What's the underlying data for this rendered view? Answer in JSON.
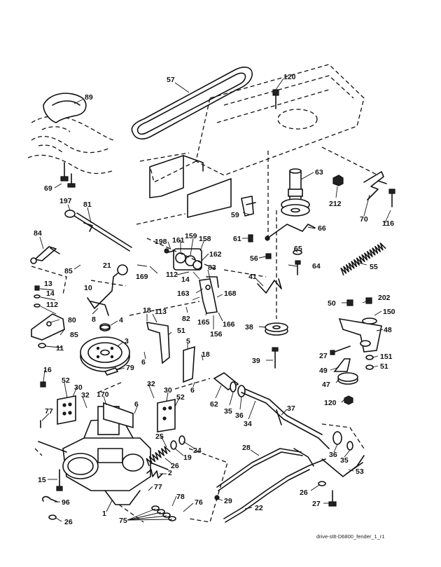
{
  "diagram": {
    "reference_code": "drive-stlt-D6800_fender_1_r1",
    "callouts": [
      {
        "id": "c57",
        "label": "57"
      },
      {
        "id": "c120a",
        "label": "120"
      },
      {
        "id": "c89",
        "label": "89"
      },
      {
        "id": "c63",
        "label": "63"
      },
      {
        "id": "c69",
        "label": "69"
      },
      {
        "id": "c212",
        "label": "212"
      },
      {
        "id": "c70",
        "label": "70"
      },
      {
        "id": "c116",
        "label": "116"
      },
      {
        "id": "c197",
        "label": "197"
      },
      {
        "id": "c81",
        "label": "81"
      },
      {
        "id": "c59",
        "label": "59"
      },
      {
        "id": "c66",
        "label": "66"
      },
      {
        "id": "c61",
        "label": "61"
      },
      {
        "id": "c84",
        "label": "84"
      },
      {
        "id": "c198",
        "label": "198"
      },
      {
        "id": "c161",
        "label": "161"
      },
      {
        "id": "c159",
        "label": "159"
      },
      {
        "id": "c158",
        "label": "158"
      },
      {
        "id": "c162",
        "label": "162"
      },
      {
        "id": "c56",
        "label": "56"
      },
      {
        "id": "c65",
        "label": "65"
      },
      {
        "id": "c85a",
        "label": "85"
      },
      {
        "id": "c21",
        "label": "21"
      },
      {
        "id": "c169",
        "label": "169"
      },
      {
        "id": "c112a",
        "label": "112"
      },
      {
        "id": "c14a",
        "label": "14"
      },
      {
        "id": "c83",
        "label": "83"
      },
      {
        "id": "c64",
        "label": "64"
      },
      {
        "id": "c55",
        "label": "55"
      },
      {
        "id": "c41",
        "label": "41"
      },
      {
        "id": "c13",
        "label": "13"
      },
      {
        "id": "c10",
        "label": "10"
      },
      {
        "id": "c14b",
        "label": "14"
      },
      {
        "id": "c163",
        "label": "163"
      },
      {
        "id": "c168",
        "label": "168"
      },
      {
        "id": "c112b",
        "label": "112"
      },
      {
        "id": "c82",
        "label": "82"
      },
      {
        "id": "c202",
        "label": "202"
      },
      {
        "id": "c50",
        "label": "50"
      },
      {
        "id": "c80",
        "label": "80"
      },
      {
        "id": "c18a",
        "label": "18"
      },
      {
        "id": "c113",
        "label": "113"
      },
      {
        "id": "c165",
        "label": "165"
      },
      {
        "id": "c166",
        "label": "166"
      },
      {
        "id": "c150",
        "label": "150"
      },
      {
        "id": "c8",
        "label": "8"
      },
      {
        "id": "c4",
        "label": "4"
      },
      {
        "id": "c156",
        "label": "156"
      },
      {
        "id": "c38",
        "label": "38"
      },
      {
        "id": "c51a",
        "label": "51"
      },
      {
        "id": "c48",
        "label": "48"
      },
      {
        "id": "c85b",
        "label": "85"
      },
      {
        "id": "c3",
        "label": "3"
      },
      {
        "id": "c5",
        "label": "5"
      },
      {
        "id": "c11",
        "label": "11"
      },
      {
        "id": "c6a",
        "label": "6"
      },
      {
        "id": "c18b",
        "label": "18"
      },
      {
        "id": "c27a",
        "label": "27"
      },
      {
        "id": "c39",
        "label": "39"
      },
      {
        "id": "c151",
        "label": "151"
      },
      {
        "id": "c79",
        "label": "79"
      },
      {
        "id": "c16",
        "label": "16"
      },
      {
        "id": "c6b",
        "label": "6"
      },
      {
        "id": "c49",
        "label": "49"
      },
      {
        "id": "c51b",
        "label": "51"
      },
      {
        "id": "c52a",
        "label": "52"
      },
      {
        "id": "c32a",
        "label": "32"
      },
      {
        "id": "c47",
        "label": "47"
      },
      {
        "id": "c30a",
        "label": "30"
      },
      {
        "id": "c30b",
        "label": "30"
      },
      {
        "id": "c170",
        "label": "170"
      },
      {
        "id": "c32b",
        "label": "32"
      },
      {
        "id": "c52b",
        "label": "52"
      },
      {
        "id": "c62",
        "label": "62"
      },
      {
        "id": "c35a",
        "label": "35"
      },
      {
        "id": "c36a",
        "label": "36"
      },
      {
        "id": "c37",
        "label": "37"
      },
      {
        "id": "c120b",
        "label": "120"
      },
      {
        "id": "c77a",
        "label": "77"
      },
      {
        "id": "c6c",
        "label": "6"
      },
      {
        "id": "c34",
        "label": "34"
      },
      {
        "id": "c25",
        "label": "25"
      },
      {
        "id": "c28",
        "label": "28"
      },
      {
        "id": "c24",
        "label": "24"
      },
      {
        "id": "c19",
        "label": "19"
      },
      {
        "id": "c36b",
        "label": "36"
      },
      {
        "id": "c26a",
        "label": "26"
      },
      {
        "id": "c35b",
        "label": "35"
      },
      {
        "id": "c2",
        "label": "2"
      },
      {
        "id": "c53",
        "label": "53"
      },
      {
        "id": "c15",
        "label": "15"
      },
      {
        "id": "c77b",
        "label": "77"
      },
      {
        "id": "c26b",
        "label": "26"
      },
      {
        "id": "c29",
        "label": "29"
      },
      {
        "id": "c96",
        "label": "96"
      },
      {
        "id": "c78",
        "label": "78"
      },
      {
        "id": "c27b",
        "label": "27"
      },
      {
        "id": "c76",
        "label": "76"
      },
      {
        "id": "c22",
        "label": "22"
      },
      {
        "id": "c1",
        "label": "1"
      },
      {
        "id": "c75",
        "label": "75"
      },
      {
        "id": "c26c",
        "label": "26"
      }
    ]
  }
}
